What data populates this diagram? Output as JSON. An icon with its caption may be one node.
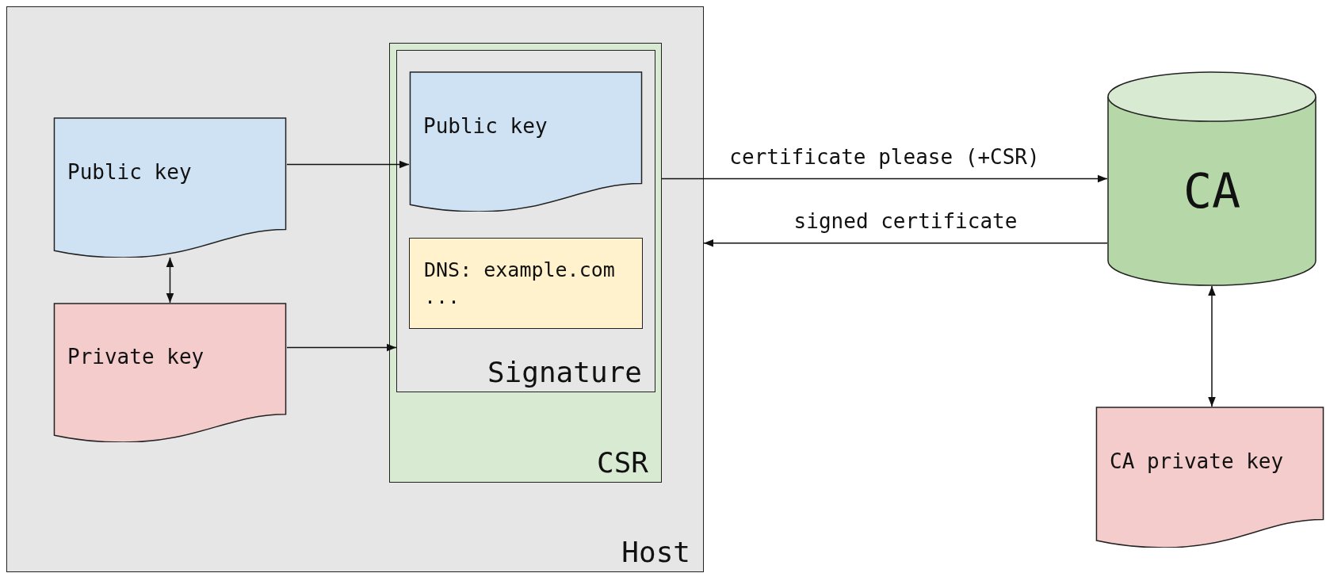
{
  "diagram": {
    "nodes": [
      {
        "text": [
          "Host"
        ]
      },
      {
        "text": [
          "Public key"
        ],
        "in": 0
      },
      {
        "text": [
          "Private key"
        ],
        "in": 0
      },
      {
        "text": [
          "CSR"
        ],
        "in": 0
      },
      {
        "text": [
          "Signature"
        ],
        "in": 3
      },
      {
        "text": [
          "Public key"
        ],
        "in": 4
      },
      {
        "text": [
          "DNS: example.com",
          "..."
        ],
        "in": 4
      },
      {
        "text": [
          "CA"
        ]
      },
      {
        "text": [
          "CA private key"
        ]
      }
    ],
    "edges": [
      {
        "from": 1,
        "to": 5,
        "arrow": "to"
      },
      {
        "from": 2,
        "to": 4,
        "arrow": "to"
      },
      {
        "from": 1,
        "to": 2,
        "arrow": "both"
      },
      {
        "from": 3,
        "to": 7,
        "arrow": "to",
        "label": "certificate please (+CSR)"
      },
      {
        "from": 7,
        "to": 0,
        "arrow": "to",
        "label": "signed certificate"
      },
      {
        "from": 7,
        "to": 8,
        "arrow": "both"
      }
    ]
  }
}
